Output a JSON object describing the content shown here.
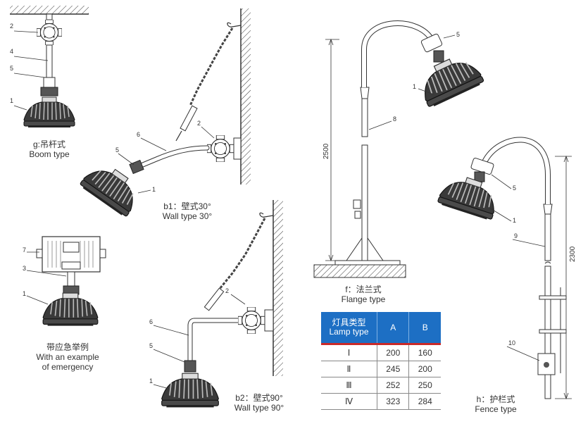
{
  "captions": {
    "boom": {
      "cn": "g:吊杆式",
      "en": "Boom type"
    },
    "wall30": {
      "cn": "b1：壁式30°",
      "en": "Wall type 30°"
    },
    "emergency": {
      "cn": "带应急举例",
      "en1": "With an example",
      "en2": "of emergency"
    },
    "wall90": {
      "cn": "b2：壁式90°",
      "en": "Wall type 90°"
    },
    "flange": {
      "cn": "f：法兰式",
      "en": "Flange type"
    },
    "fence": {
      "cn": "h：护栏式",
      "en": "Fence type"
    }
  },
  "dimensions": {
    "flange_height": "2500",
    "fence_height": "2300"
  },
  "callouts": {
    "boom": [
      "2",
      "4",
      "5",
      "1"
    ],
    "wall30": [
      "6",
      "2",
      "5",
      "1"
    ],
    "emergency": [
      "7",
      "3",
      "1"
    ],
    "wall90": [
      "2",
      "6",
      "5",
      "1"
    ],
    "flange": [
      "5",
      "1",
      "8"
    ],
    "fence": [
      "5",
      "1",
      "9",
      "10"
    ]
  },
  "table": {
    "header_cn": "灯具类型",
    "header_en": "Lamp type",
    "col_a": "A",
    "col_b": "B",
    "rows": [
      {
        "type": "Ⅰ",
        "a": "200",
        "b": "160"
      },
      {
        "type": "Ⅱ",
        "a": "245",
        "b": "200"
      },
      {
        "type": "Ⅲ",
        "a": "252",
        "b": "250"
      },
      {
        "type": "Ⅳ",
        "a": "323",
        "b": "284"
      }
    ]
  },
  "colors": {
    "header_bg": "#1d6fc4",
    "header_rule": "#c92a2a",
    "line": "#333333",
    "lamp_fill": "#3a3a3a"
  }
}
